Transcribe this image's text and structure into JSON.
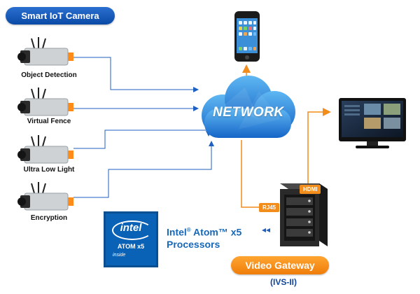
{
  "title": "Smart IoT Camera",
  "cameras": [
    {
      "label": "Object Detection"
    },
    {
      "label": "Virtual Fence"
    },
    {
      "label": "Ultra Low Light"
    },
    {
      "label": "Encryption"
    }
  ],
  "network_label": "NETWORK",
  "rj45_tag": "RJ45",
  "hdmi_tag": "HDMI",
  "intel_text_line1": "Intel",
  "intel_reg": "®",
  "intel_text_line1b": " Atom™ x5",
  "intel_text_line2": "Processors",
  "intel_badge": {
    "word": "intel",
    "product": "ATOM x5",
    "inside": "inside"
  },
  "gateway_label": "Video Gateway",
  "gateway_model": "(IVS-II)",
  "colors": {
    "blue_line": "#1e5fc2",
    "orange_line": "#f28c1a",
    "cloud": "#1f7fd8"
  }
}
